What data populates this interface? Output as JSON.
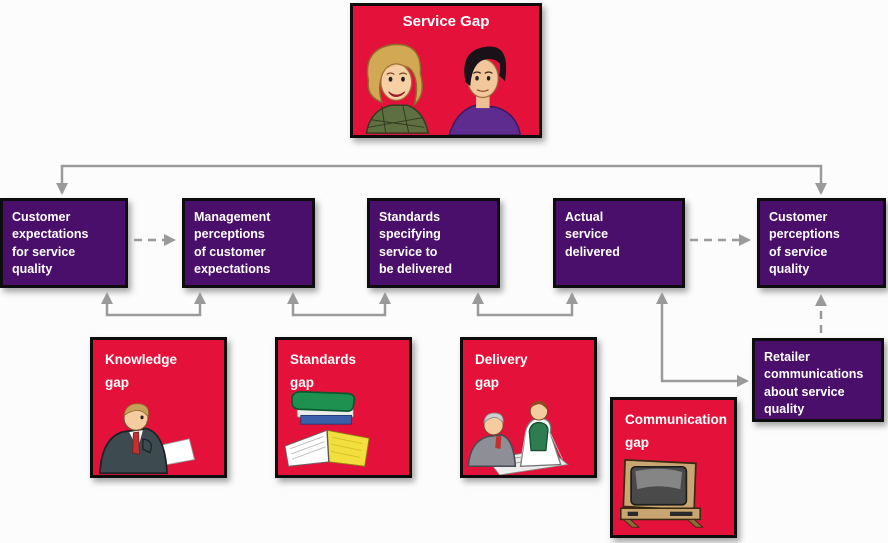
{
  "diagram": {
    "title_box": {
      "label": "Service Gap"
    },
    "top_row": [
      {
        "id": "customer-expectations",
        "label": "Customer\nexpectations\nfor service\nquality"
      },
      {
        "id": "management-perceptions",
        "label": "Management\nperceptions\nof customer\nexpectations"
      },
      {
        "id": "standards-specifying",
        "label": "Standards\nspecifying\nservice to\nbe delivered"
      },
      {
        "id": "actual-service",
        "label": "Actual\nservice\ndelivered"
      },
      {
        "id": "customer-perceptions",
        "label": "Customer\nperceptions\nof service\nquality"
      }
    ],
    "gap_row": [
      {
        "id": "knowledge-gap",
        "label": "Knowledge\ngap",
        "illustration": "businessman-reading-icon"
      },
      {
        "id": "standards-gap",
        "label": "Standards\ngap",
        "illustration": "books-icon"
      },
      {
        "id": "delivery-gap",
        "label": "Delivery\ngap",
        "illustration": "two-people-reviewing-icon"
      },
      {
        "id": "communication-gap",
        "label": "Communication\ngap",
        "illustration": "television-icon"
      }
    ],
    "retailer_box": {
      "id": "retailer-communications",
      "label": "Retailer\ncommunications\nabout service\nquality"
    },
    "connections": [
      {
        "from": "service-gap",
        "to": "customer-expectations",
        "style": "solid"
      },
      {
        "from": "service-gap",
        "to": "customer-perceptions",
        "style": "solid"
      },
      {
        "from": "customer-expectations",
        "to": "management-perceptions",
        "style": "dashed"
      },
      {
        "from": "knowledge-gap",
        "to": "customer-expectations",
        "style": "solid"
      },
      {
        "from": "knowledge-gap",
        "to": "management-perceptions",
        "style": "solid"
      },
      {
        "from": "standards-gap",
        "to": "management-perceptions",
        "style": "solid"
      },
      {
        "from": "standards-gap",
        "to": "standards-specifying",
        "style": "solid"
      },
      {
        "from": "delivery-gap",
        "to": "standards-specifying",
        "style": "solid"
      },
      {
        "from": "delivery-gap",
        "to": "actual-service",
        "style": "solid"
      },
      {
        "from": "actual-service",
        "to": "customer-perceptions",
        "style": "dashed"
      },
      {
        "from": "actual-service",
        "to": "retailer-communications",
        "style": "solid"
      },
      {
        "from": "retailer-communications",
        "to": "customer-perceptions",
        "style": "dashed"
      }
    ],
    "colors": {
      "red": "#E4123A",
      "purple": "#4A0E6B",
      "arrow_gray": "#9A9A9A",
      "text": "#FFFFFF",
      "border": "#0D0D0D"
    }
  }
}
